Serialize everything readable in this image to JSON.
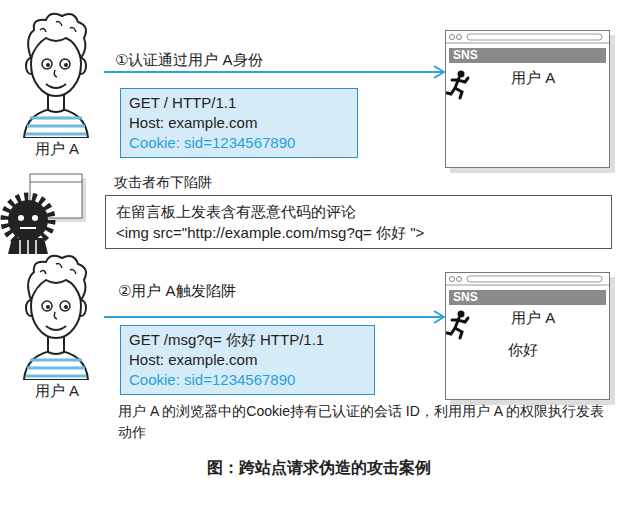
{
  "diagram": {
    "caption": "图：跨站点请求伪造的攻击案例",
    "nodes": [
      {
        "text": [
          "用户 A"
        ]
      },
      {
        "text": [
          "GET / HTTP/1.1",
          "Host: example.com",
          "Cookie: sid=1234567890"
        ]
      },
      {
        "text": [
          "用户 A"
        ]
      },
      {
        "text": [
          "SNS"
        ],
        "in": 2
      },
      {
        "text": [
          "攻击者布下陷阱",
          "在留言板上发表含有恶意代码的评论",
          "<img src=\"http://example.com/msg?q= 你好 \">"
        ]
      },
      {
        "text": [
          "用户 A"
        ]
      },
      {
        "text": [
          "GET /msg?q= 你好 HTTP/1.1",
          "Host: example.com",
          "Cookie: sid=1234567890"
        ]
      },
      {
        "text": [
          "用户 A",
          "你好"
        ]
      },
      {
        "text": [
          "SNS"
        ],
        "in": 7
      }
    ],
    "edges": [
      {
        "from": 0,
        "to": 2,
        "arrow": "to",
        "label": "①认证通过用户 A身份"
      },
      {
        "from": 5,
        "to": 7,
        "arrow": "to",
        "label": "②用户 A触发陷阱"
      }
    ],
    "labels": [
      "用户 A 的浏览器中的Cookie持有已认证的会话 ID，利用用户 A 的权限执行发表动作"
    ]
  }
}
